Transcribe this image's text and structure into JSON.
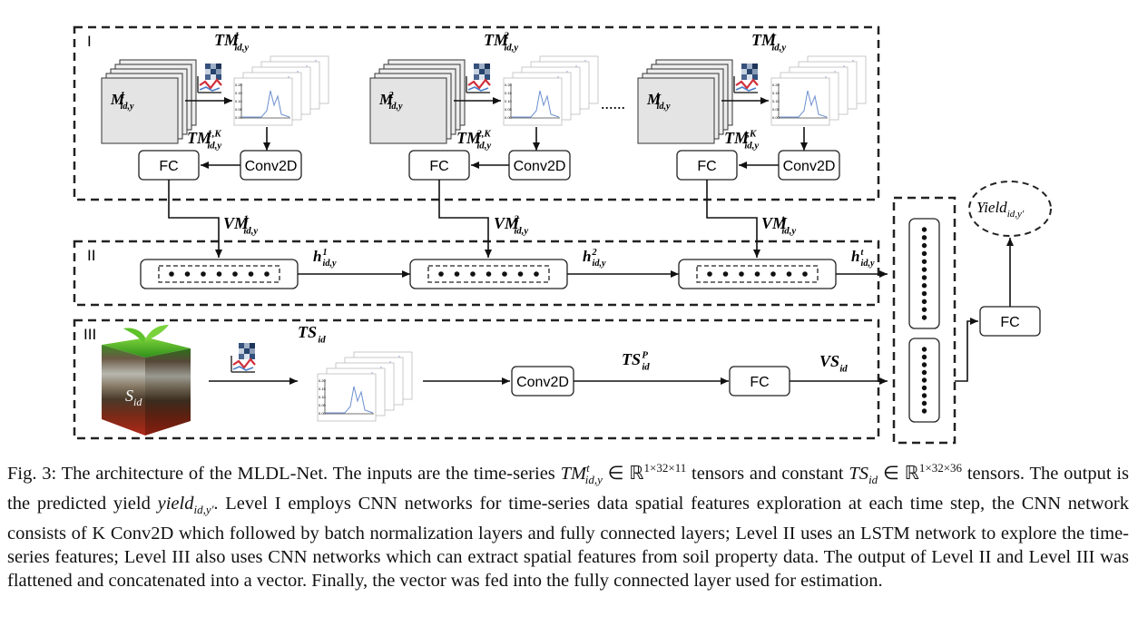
{
  "levels": {
    "l1": "I",
    "l2": "II",
    "l3": "III"
  },
  "level1": {
    "inputs": [
      {
        "base": "M",
        "sup": "1",
        "sub": "id,y"
      },
      {
        "base": "M",
        "sup": "2",
        "sub": "id,y"
      },
      {
        "base": "M",
        "sup": "t",
        "sub": "id,y"
      }
    ],
    "tm_labels": [
      {
        "base": "TM",
        "sup": "1",
        "sub": "id,y"
      },
      {
        "base": "TM",
        "sup": "2",
        "sub": "id,y"
      },
      {
        "base": "TM",
        "sup": "t",
        "sub": "id,y"
      }
    ],
    "tmk_labels": [
      {
        "base": "TM",
        "sup": "1,K",
        "sub": "id,y"
      },
      {
        "base": "TM",
        "sup": "2,K",
        "sub": "id,y"
      },
      {
        "base": "TM",
        "sup": "t,K",
        "sub": "id,y"
      }
    ],
    "ellipsis": "......",
    "fc_label": "FC",
    "conv_label": "Conv2D"
  },
  "vm_labels": [
    {
      "base": "VM",
      "sup": "1",
      "sub": "id,y"
    },
    {
      "base": "VM",
      "sup": "2",
      "sub": "id,y"
    },
    {
      "base": "VM",
      "sup": "t",
      "sub": "id,y"
    }
  ],
  "h_labels": [
    {
      "base": "h",
      "sup": "1",
      "sub": "id,y"
    },
    {
      "base": "h",
      "sup": "2",
      "sub": "id,y"
    },
    {
      "base": "h",
      "sup": "t",
      "sub": "id,y"
    }
  ],
  "level3": {
    "soil_label": {
      "base": "S",
      "sub": "id"
    },
    "ts_label": {
      "base": "TS",
      "sub": "id"
    },
    "tsp_label": {
      "base": "TS",
      "sup": "P",
      "sub": "id"
    },
    "vs_label": {
      "base": "VS",
      "sub": "id"
    },
    "conv_label": "Conv2D",
    "fc_label": "FC"
  },
  "output": {
    "fc_label": "FC",
    "yield_label": {
      "base": "Yield",
      "sub": "id,y'"
    }
  },
  "caption": {
    "p1": "Fig. 3: The architecture of the MLDL-Net. The inputs are the time-series ",
    "m1": "TM",
    "m1_sup": "t",
    "m1_sub": "id,y",
    "p2": " ∈ ℝ",
    "p2_sup": "1×32×11",
    "p3": " tensors and constant ",
    "m2": "TS",
    "m2_sub": "id",
    "p4": " ∈ ℝ",
    "p4_sup": "1×32×36",
    "p5": " tensors. The output is the predicted yield ",
    "m3": "yield",
    "m3_sub": "id,y'",
    "p6": ". Level I employs CNN networks for time-series data spatial features exploration at each time step, the CNN network consists of K Conv2D which followed by batch normalization layers and fully connected layers; Level II uses an LSTM network to explore the time-series features; Level III also uses CNN networks which can extract spatial features from soil property data. The output of Level II and Level III was flattened and concatenated into a vector. Finally, the vector was fed into the fully connected layer used for estimation."
  }
}
